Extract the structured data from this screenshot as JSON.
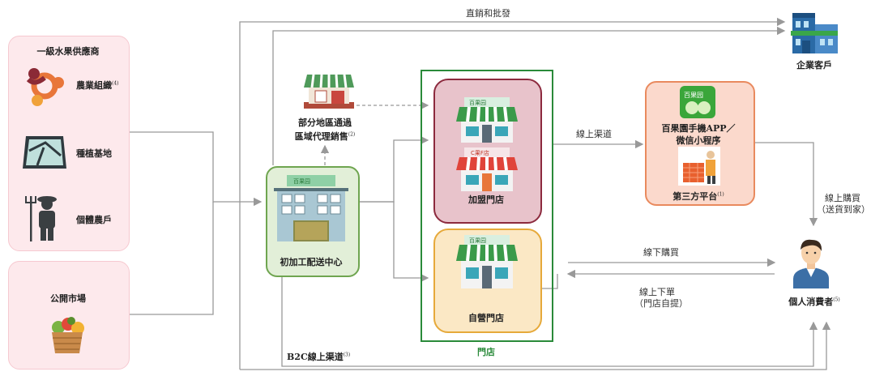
{
  "edges": {
    "direct": "直銷和批發",
    "online_channel": "線上渠道",
    "offline_purchase": "線下購買",
    "offline_order": "線上下單",
    "offline_order_note": "（門店自提）",
    "online_purchase": "線上購買",
    "online_purchase_note": "（送貨到家）",
    "b2c": "B2C線上渠道",
    "b2c_note": "(3)"
  },
  "suppliers": {
    "title": "一級水果供應商",
    "items": [
      {
        "label": "農業組織",
        "note": "(4)"
      },
      {
        "label": "種植基地",
        "note": ""
      },
      {
        "label": "個體農戶",
        "note": ""
      }
    ]
  },
  "public_market": {
    "label": "公開市場"
  },
  "distribution_center": {
    "label": "初加工配送中心"
  },
  "regional_agent": {
    "line1": "部分地區通過",
    "line2": "區域代理銷售",
    "note": "(2)"
  },
  "stores": {
    "group_label": "門店",
    "franchise": "加盟門店",
    "self_operated": "自營門店"
  },
  "app": {
    "line1": "百果園手機APP／",
    "line2": "微信小程序",
    "third_party": "第三方平台",
    "note": "(1)"
  },
  "enterprise": {
    "label": "企業客戶"
  },
  "consumer": {
    "label": "個人消費者",
    "note": "(5)"
  },
  "colors": {
    "supplier_bg": "#fde9ec",
    "supplier_border": "#f6c9d0",
    "dc_bg": "#e2efd8",
    "dc_border": "#6fa550",
    "franchise_bg": "#e8c3cb",
    "franchise_border": "#8c2a3e",
    "self_bg": "#fbe8c5",
    "self_border": "#e6a93a",
    "store_group_border": "#2a8a3a",
    "app_bg": "#fbd9cc",
    "app_border": "#e98a5e",
    "arrow": "#999999"
  }
}
